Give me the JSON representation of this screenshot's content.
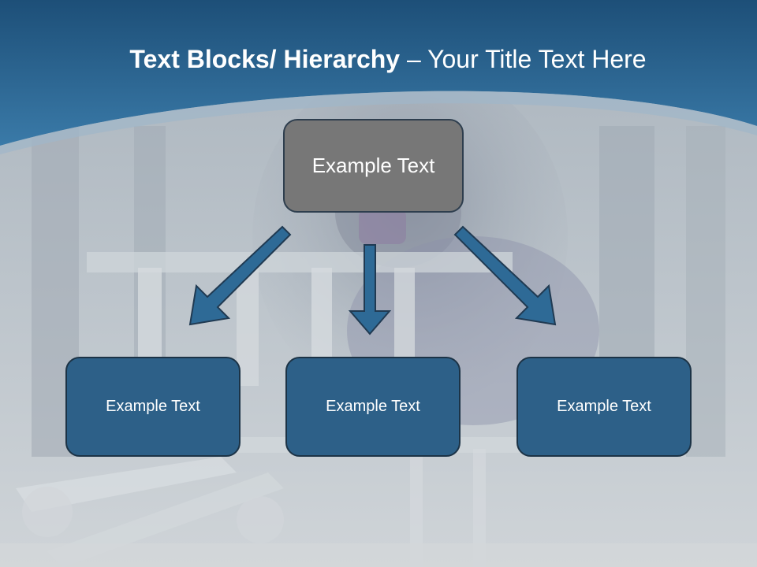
{
  "title": {
    "bold_part": "Text Blocks/ Hierarchy",
    "separator": " – ",
    "regular_part": "Your Title Text Here"
  },
  "hierarchy": {
    "top": {
      "label": "Example Text"
    },
    "children": [
      {
        "label": "Example Text"
      },
      {
        "label": "Example Text"
      },
      {
        "label": "Example Text"
      }
    ]
  },
  "colors": {
    "header_blue": "#2f6f9e",
    "top_box_fill": "#777777",
    "child_box_fill": "#2d6088",
    "arrow_fill": "#2e6a96"
  }
}
